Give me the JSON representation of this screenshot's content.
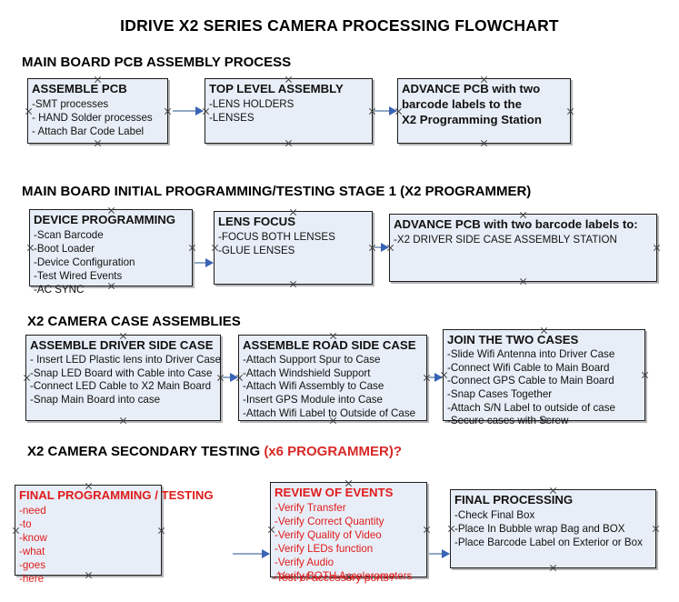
{
  "title": "IDRIVE X2  SERIES CAMERA PROCESSING FLOWCHART",
  "colors": {
    "node_fill": "#e8eef7",
    "node_border": "#1d1d1d",
    "text": "#111111",
    "accent_red": "#e01b1b",
    "arrow_line": "#8fa9c4",
    "arrow_head": "#3a63b5"
  },
  "sections": [
    {
      "heading": "MAIN BOARD PCB ASSEMBLY PROCESS",
      "heading_accent": "",
      "nodes": [
        {
          "title": "ASSEMBLE PCB",
          "lines": [
            " -SMT processes",
            "- HAND Solder processes",
            "- Attach Bar Code Label"
          ]
        },
        {
          "title": "TOP LEVEL ASSEMBLY",
          "lines": [
            "-LENS HOLDERS",
            "-LENSES"
          ]
        },
        {
          "title": "ADVANCE PCB with two",
          "lines": [
            "barcode labels to the",
            " X2 Programming Station"
          ]
        }
      ]
    },
    {
      "heading": "MAIN BOARD INITIAL PROGRAMMING/TESTING STAGE 1 (X2 PROGRAMMER)",
      "heading_accent": "",
      "nodes": [
        {
          "title": "DEVICE PROGRAMMING",
          "lines": [
            "-Scan Barcode",
            "-Boot Loader",
            "-Device Configuration",
            "-Test Wired Events",
            "-AC SYNC"
          ]
        },
        {
          "title": "LENS FOCUS",
          "lines": [
            "-FOCUS BOTH LENSES",
            "-GLUE LENSES"
          ]
        },
        {
          "title": "ADVANCE PCB with two barcode labels to:",
          "lines": [
            "-X2 DRIVER  SIDE  CASE  ASSEMBLY STATION"
          ]
        }
      ]
    },
    {
      "heading": "X2 CAMERA CASE ASSEMBLIES",
      "heading_accent": "",
      "nodes": [
        {
          "title": "ASSEMBLE DRIVER SIDE CASE",
          "lines": [
            "- Insert LED Plastic lens into Driver Case",
            "-Snap LED Board with Cable into Case",
            "-Connect LED Cable to X2 Main Board",
            "-Snap Main Board into case"
          ]
        },
        {
          "title": "ASSEMBLE ROAD SIDE CASE",
          "lines": [
            "-Attach Support Spur to Case",
            "-Attach Windshield Support",
            "-Attach Wifi Assembly to Case",
            "-Insert GPS Module into Case",
            "-Attach Wifi Label to Outside of Case"
          ]
        },
        {
          "title": "JOIN THE TWO CASES",
          "lines": [
            "-Slide Wifi Antenna into Driver Case",
            "-Connect Wifi Cable to Main Board",
            "-Connect GPS Cable to Main Board",
            "-Snap Cases Together",
            "-Attach S/N Label to outside of case",
            "-Secure cases with Screw"
          ]
        }
      ]
    },
    {
      "heading": "X2 CAMERA SECONDARY TESTING ",
      "heading_accent": "(x6 PROGRAMMER)?",
      "nodes": [
        {
          "title": "FINAL PROGRAMMING / TESTING",
          "lines": [
            "-need",
            "-to",
            "-know",
            "-what",
            "-goes",
            "-here"
          ]
        },
        {
          "title": "REVIEW OF EVENTS",
          "lines": [
            "-Verify Transfer",
            "-Verify Correct Quantity",
            "-Verify Quality of Video",
            "-Verify LEDs function",
            "-Verify Audio",
            "-Verify BOTH Accelerometers"
          ],
          "overflow_line": "-Test of accessory ports?"
        },
        {
          "title": "FINAL PROCESSING",
          "lines": [
            " -Check Final Box",
            "-Place In Bubble wrap Bag and BOX",
            "-Place Barcode Label on Exterior or Box"
          ]
        }
      ]
    }
  ]
}
